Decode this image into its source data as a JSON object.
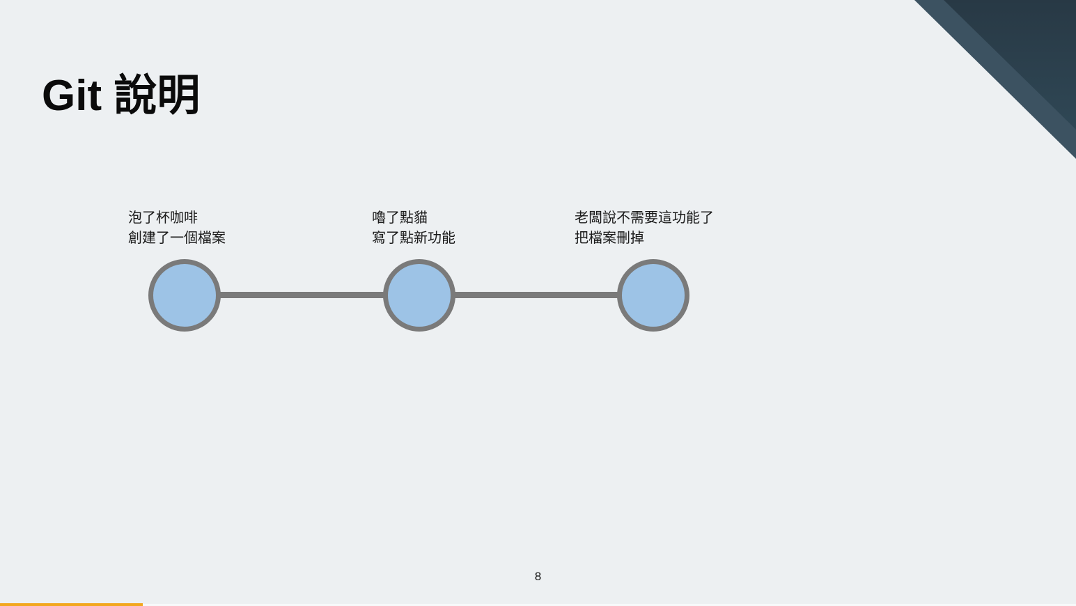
{
  "slide": {
    "title": "Git 說明",
    "page_number": "8",
    "timeline": {
      "nodes": [
        {
          "line1": "泡了杯咖啡",
          "line2": "創建了一個檔案"
        },
        {
          "line1": "嚕了點貓",
          "line2": "寫了點新功能"
        },
        {
          "line1": "老闆說不需要這功能了",
          "line2": "把檔案刪掉"
        }
      ]
    },
    "colors": {
      "background": "#EDF0F2",
      "node-fill": "#9DC3E6",
      "node-border": "#7A7A7A",
      "connector": "#7A7A7A",
      "accent-bar": "#F2A71E",
      "corner-band": "#3C5261",
      "corner-dark-top": "#283945",
      "corner-dark-bottom": "#2F4755"
    }
  }
}
